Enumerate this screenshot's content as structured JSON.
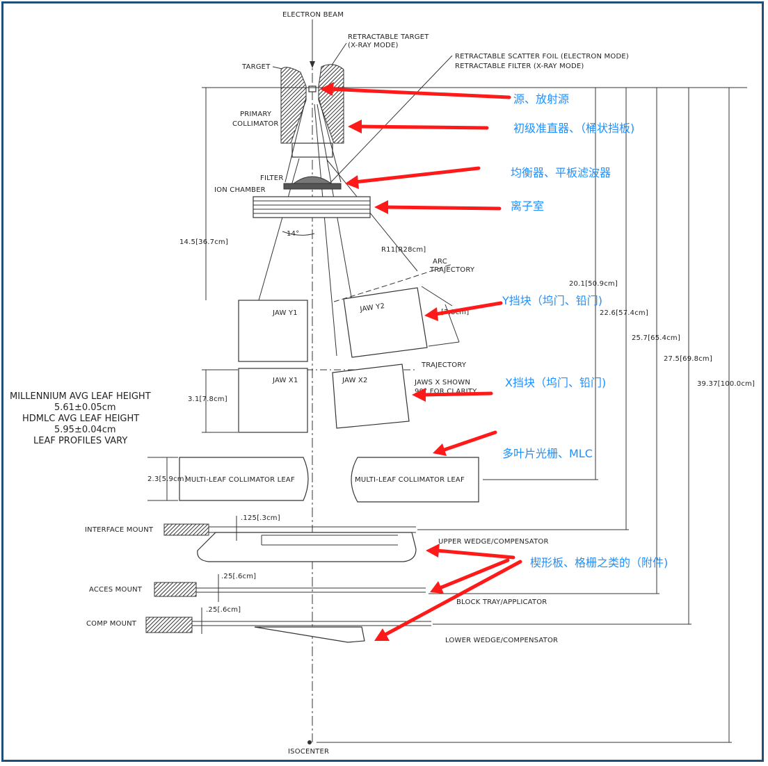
{
  "labels": {
    "electron_beam": "ELECTRON BEAM",
    "retractable_target_1": "RETRACTABLE TARGET",
    "retractable_target_2": "(X-RAY MODE)",
    "scatter_foil_1": "RETRACTABLE SCATTER FOIL (ELECTRON MODE)",
    "scatter_foil_2": "RETRACTABLE FILTER (X-RAY MODE)",
    "target": "TARGET",
    "primary_collimator_1": "PRIMARY",
    "primary_collimator_2": "COLLIMATOR",
    "filter": "FILTER",
    "ion_chamber": "ION CHAMBER",
    "angle": "14°",
    "radius": "R11[R28cm]",
    "arc_trajectory_1": "ARC",
    "arc_trajectory_2": "TRAJECTORY",
    "jaw_y1": "JAW Y1",
    "jaw_y2": "JAW Y2",
    "jaw_x1": "JAW X1",
    "jaw_x2": "JAW X2",
    "jaw_y_dim": "[7.8cm]",
    "trajectory": "TRAJECTORY",
    "jaws_shown_1": "JAWS X SHOWN",
    "jaws_shown_2": "90° FOR CLARITY",
    "millennium_1": "MILLENNIUM AVG LEAF HEIGHT",
    "millennium_2": "5.61±0.05cm",
    "hdmlc_1": "HDMLC AVG LEAF HEIGHT",
    "hdmlc_2": "5.95±0.04cm",
    "leaf_profiles": "LEAF PROFILES VARY",
    "mlc_leaf_left": "MULTI-LEAF COLLIMATOR LEAF",
    "mlc_leaf_right": "MULTI-LEAF COLLIMATOR LEAF",
    "interface_mount": "INTERFACE MOUNT",
    "dim_125": ".125[.3cm]",
    "upper_wedge": "UPPER WEDGE/COMPENSATOR",
    "acces_mount": "ACCES MOUNT",
    "dim_25a": ".25[.6cm]",
    "block_tray": "BLOCK TRAY/APPLICATOR",
    "comp_mount": "COMP MOUNT",
    "dim_25b": ".25[.6cm]",
    "lower_wedge": "LOWER WEDGE/COMPENSATOR",
    "isocenter": "ISOCENTER"
  },
  "dimensions": {
    "d_14_5": "14.5[36.7cm]",
    "d_3_1": "3.1[7.8cm]",
    "d_2_3": "2.3[5.9cm]",
    "d_20_1": "20.1[50.9cm]",
    "d_22_6": "22.6[57.4cm]",
    "d_25_7": "25.7[65.4cm]",
    "d_27_5": "27.5[69.8cm]",
    "d_39_37": "39.37[100.0cm]"
  },
  "annotations": {
    "source": "源、放射源",
    "primary_collimator": "初级准直器、（桶状挡板)",
    "flattening_filter": "均衡器、平板滤波器",
    "ion_chamber": "离子室",
    "y_jaw": "Y挡块（坞门、铅门)",
    "x_jaw": "X挡块（坞门、铅门)",
    "mlc": "多叶片光栅、MLC",
    "accessories": "楔形板、格栅之类的（附件)"
  },
  "colors": {
    "annotation_text": "#1e90ff",
    "arrow": "#ff1a1a",
    "frame": "#1f4e79"
  }
}
